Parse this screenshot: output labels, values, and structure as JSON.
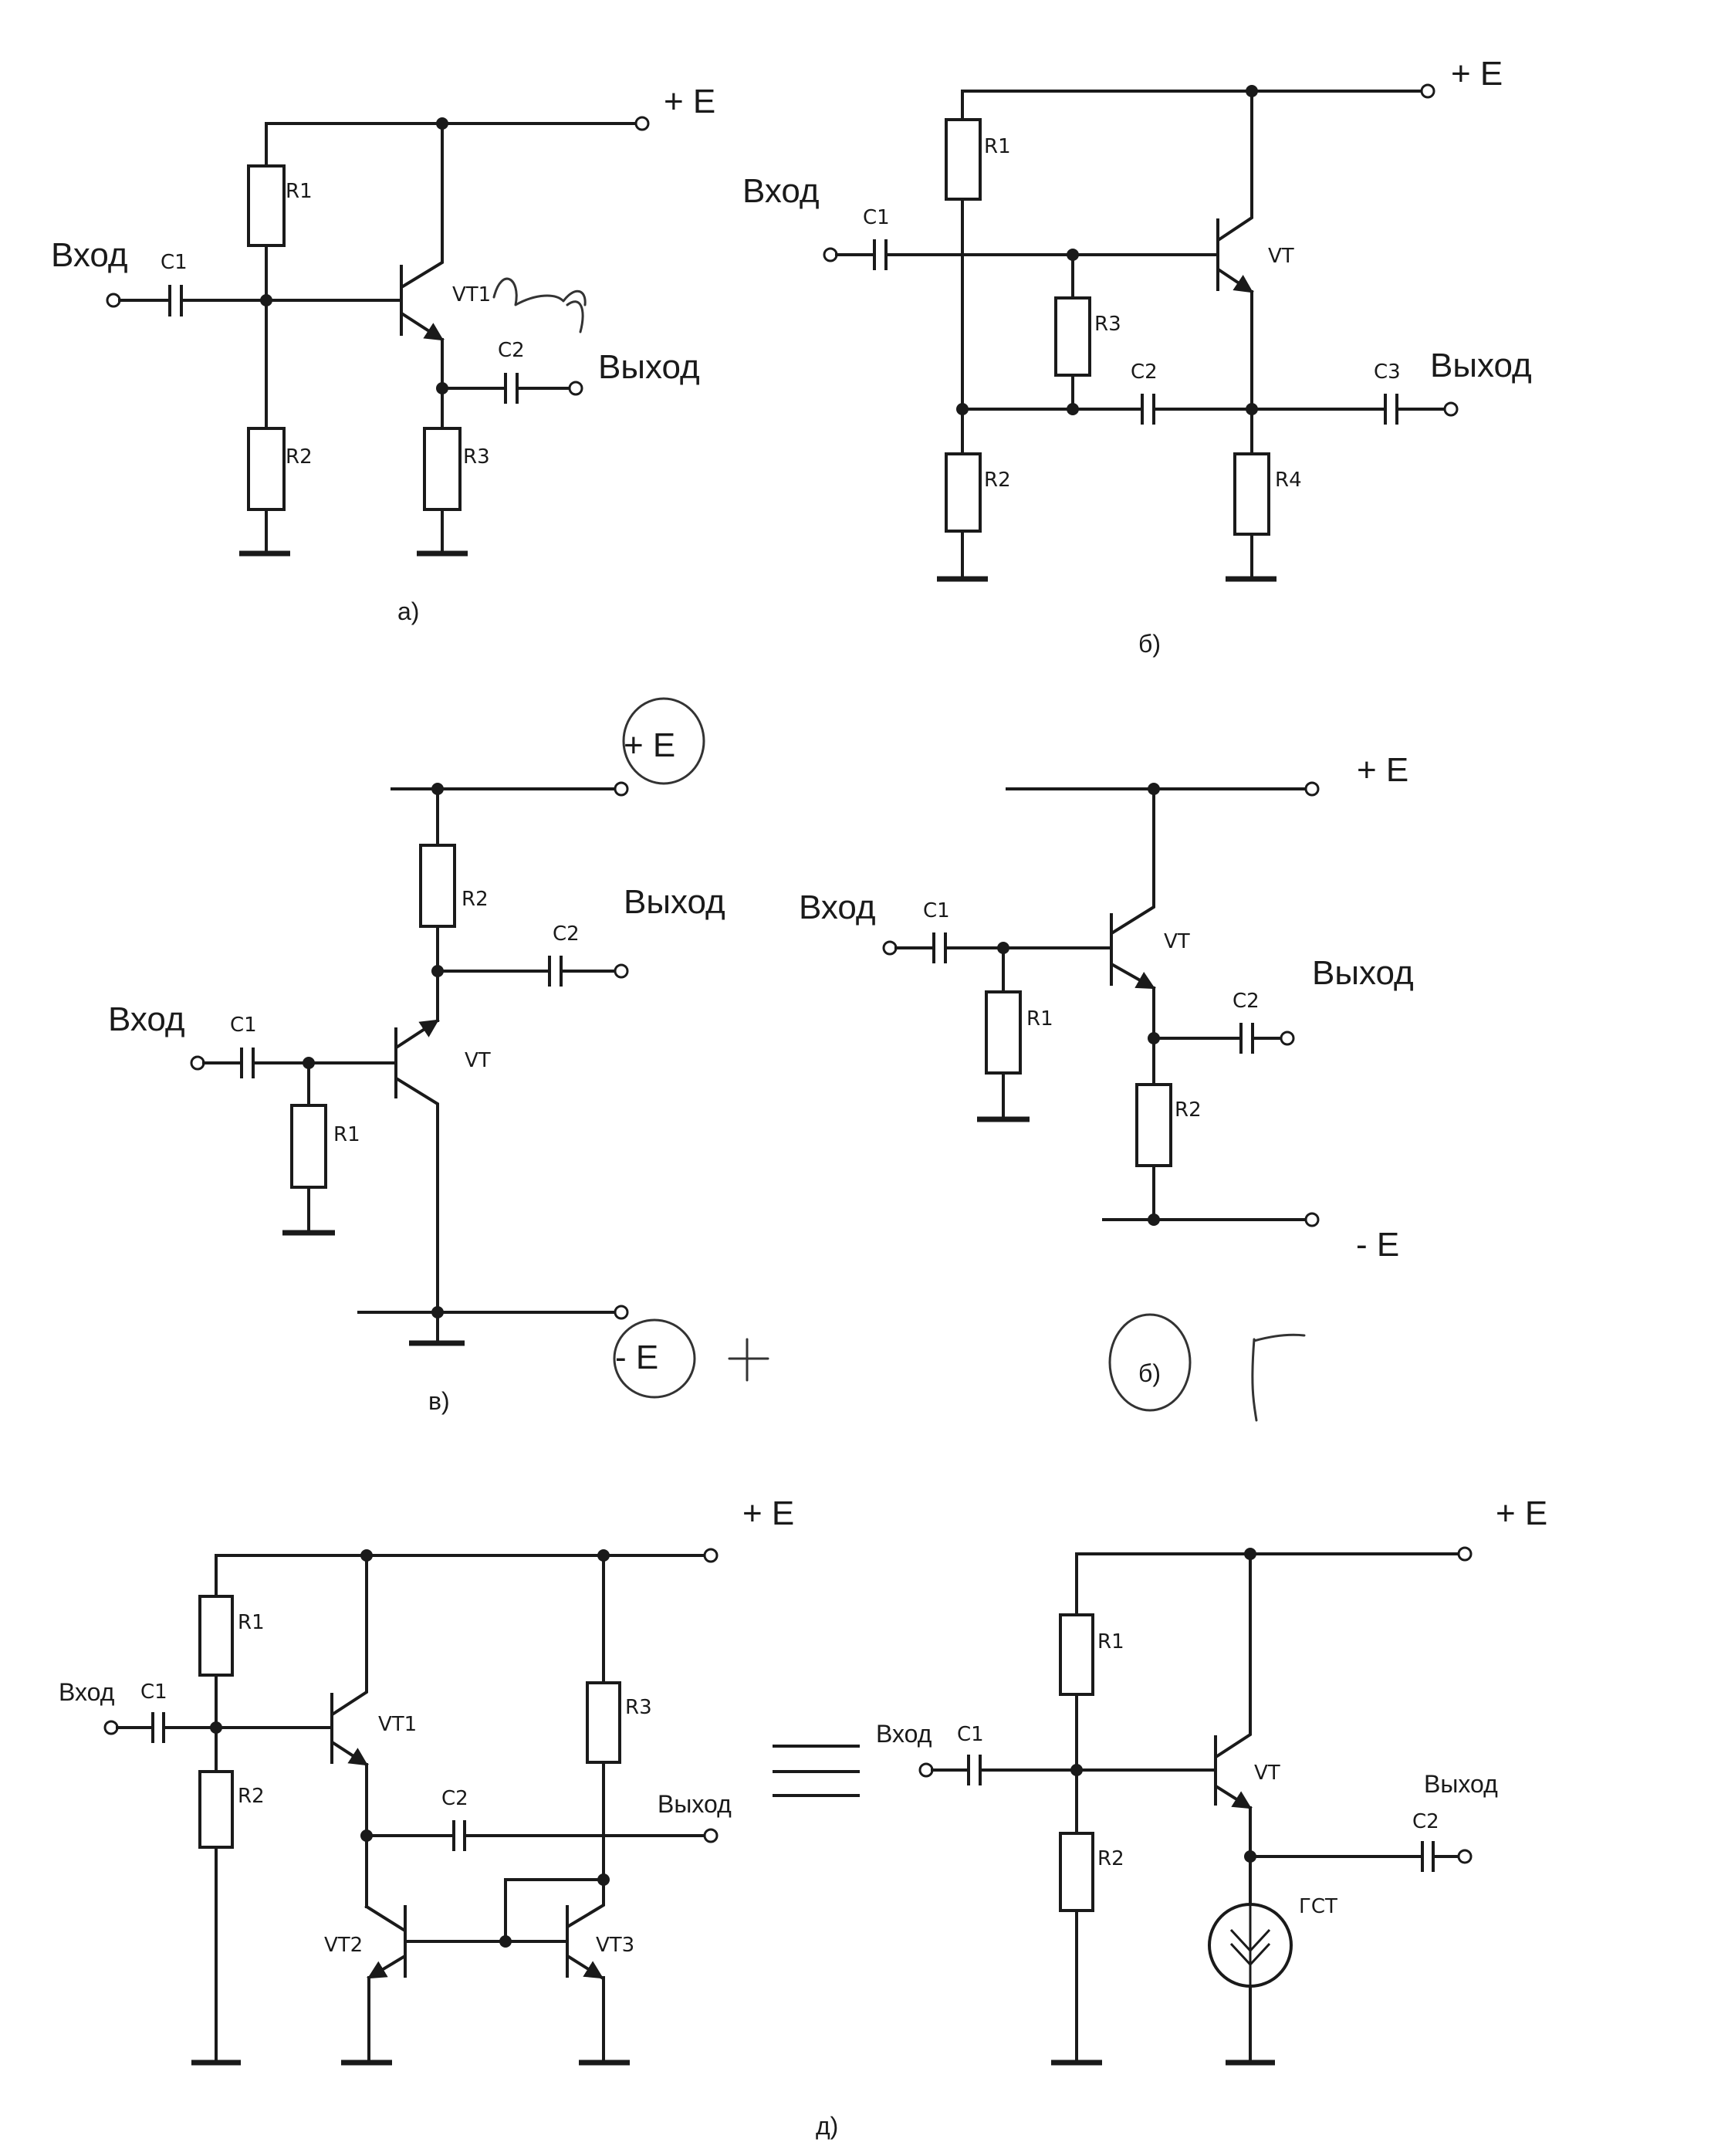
{
  "diagrams": {
    "a": {
      "supply": "+ E",
      "input": "Вход",
      "output": "Выход",
      "caption": "а)",
      "components": {
        "r1": "R1",
        "r2": "R2",
        "r3": "R3",
        "c1": "C1",
        "c2": "C2",
        "vt": "VT1"
      }
    },
    "b": {
      "supply": "+ E",
      "input": "Вход",
      "output": "Выход",
      "caption": "б)",
      "components": {
        "r1": "R1",
        "r2": "R2",
        "r3": "R3",
        "r4": "R4",
        "c1": "C1",
        "c2": "C2",
        "c3": "C3",
        "vt": "VT"
      }
    },
    "v": {
      "supply_pos": "+ E",
      "supply_neg": "- E",
      "input": "Вход",
      "output": "Выход",
      "caption": "в)",
      "components": {
        "r1": "R1",
        "r2": "R2",
        "c1": "C1",
        "c2": "C2",
        "vt": "VT"
      }
    },
    "g": {
      "supply_pos": "+ E",
      "supply_neg": "- E",
      "input": "Вход",
      "output": "Выход",
      "caption": "б)",
      "components": {
        "r1": "R1",
        "r2": "R2",
        "c1": "C1",
        "c2": "C2",
        "vt": "VT"
      }
    },
    "d_left": {
      "supply": "+ E",
      "input": "Вход",
      "output": "Выход",
      "components": {
        "r1": "R1",
        "r2": "R2",
        "r3": "R3",
        "c1": "C1",
        "c2": "C2",
        "vt1": "VT1",
        "vt2": "VT2",
        "vt3": "VT3"
      }
    },
    "d_right": {
      "supply": "+ E",
      "input": "Вход",
      "output": "Выход",
      "caption": "д)",
      "components": {
        "r1": "R1",
        "r2": "R2",
        "c1": "C1",
        "c2": "C2",
        "vt": "VT",
        "source": "ГСТ"
      }
    }
  },
  "handwritten_marks": [
    "Г",
    "+"
  ]
}
